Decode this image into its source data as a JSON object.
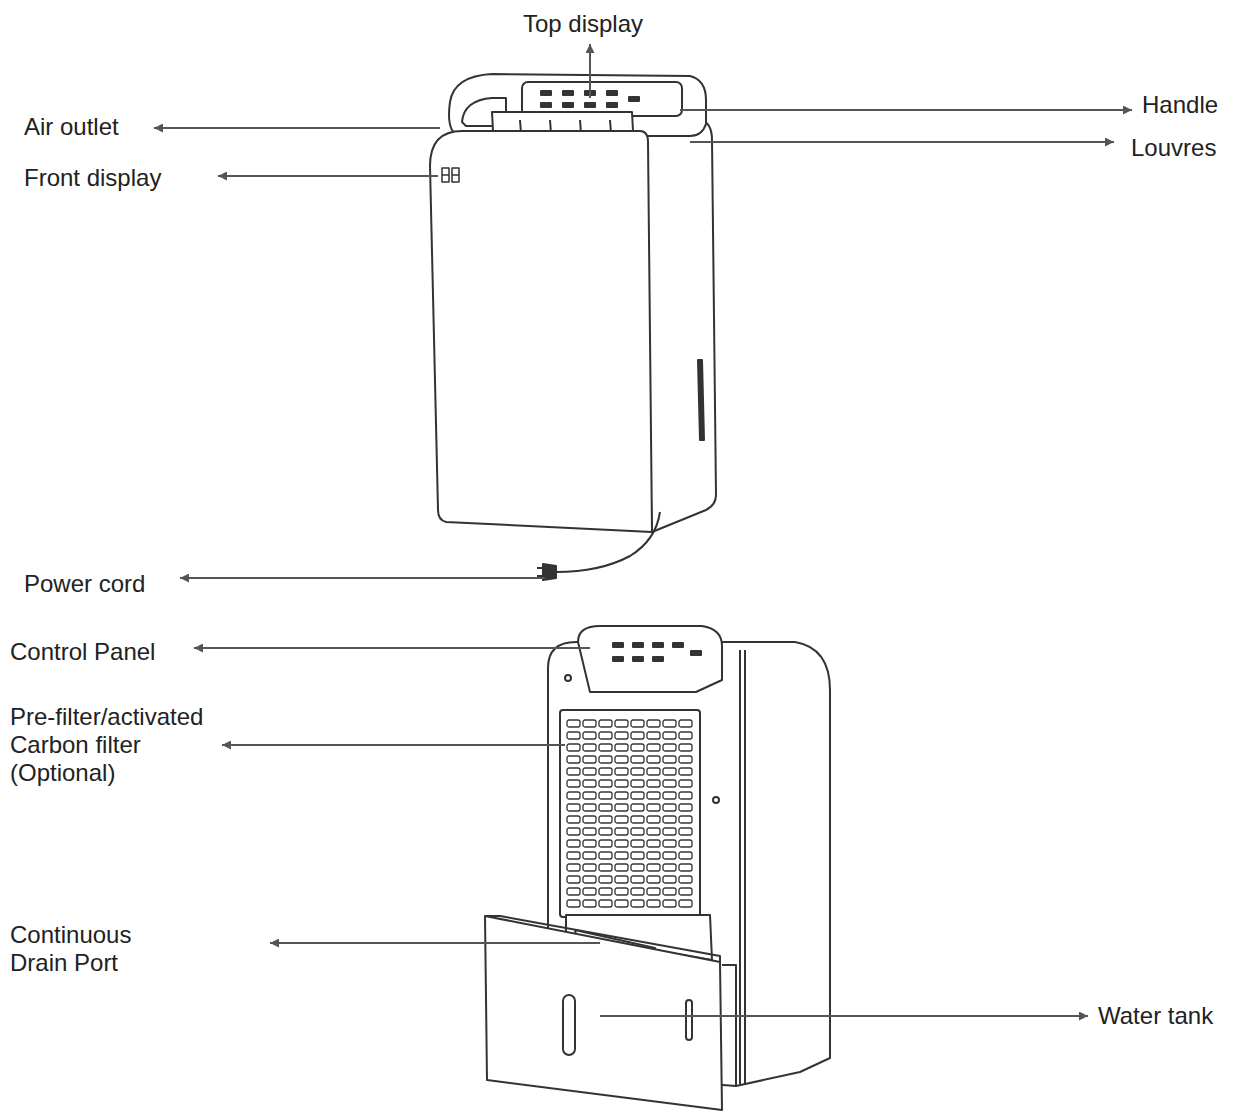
{
  "diagram": {
    "labels": [
      "Top display",
      "Air outlet",
      "Front display",
      "Handle",
      "Louvres",
      "Power cord",
      "Control Panel",
      "Pre-filter/activated Carbon filter (Optional)",
      "Continuous Drain Port",
      "Water tank"
    ]
  }
}
